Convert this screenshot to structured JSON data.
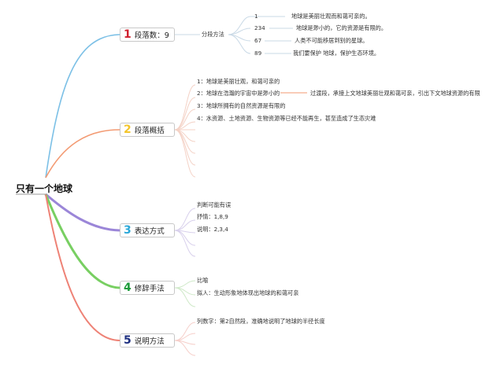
{
  "root": {
    "title": "只有一个地球"
  },
  "branches": [
    {
      "number": "1",
      "label": "段落数：9",
      "number_color": "#d0212f",
      "line_color": "#7cc0e6",
      "children": [
        {
          "text": "分段方法",
          "sub": [
            {
              "key": "1",
              "text": "地球是美丽壮观而和蔼可亲的。"
            },
            {
              "key": "234",
              "text": "地球是渺小的，它的资源是有限的。"
            },
            {
              "key": "67",
              "text": "人类不可能移居到别的星球。"
            },
            {
              "key": "89",
              "text": "我们要保护 地球，保护生态环境。"
            }
          ]
        }
      ]
    },
    {
      "number": "2",
      "label": "段落概括",
      "number_color": "#f3c52b",
      "line_color": "#f39a72",
      "children": [
        {
          "text": "1：地球是美丽壮观，和蔼可亲的"
        },
        {
          "text": "2：地球在浩瀚的宇宙中是渺小的",
          "note": "过渡段，承接上文地球美丽壮观和蔼可亲，引出下文地球资源的有限"
        },
        {
          "text": "3：地球所拥有的自然资源是有限的"
        },
        {
          "text": "4：水资源、土地资源、生物资源等已经不能再生，甚至造成了生态灾难"
        }
      ]
    },
    {
      "number": "3",
      "label": "表达方式",
      "number_color": "#2ba8d8",
      "line_color": "#9b86d8",
      "children": [
        {
          "text": "判断可能有误"
        },
        {
          "text": "抒情：1,8,9"
        },
        {
          "text": "说明：2,3,4"
        }
      ]
    },
    {
      "number": "4",
      "label": "修辞手法",
      "number_color": "#1b9a3a",
      "line_color": "#78cf62",
      "children": [
        {
          "text": "比喻"
        },
        {
          "text": "拟人：生动形象地体现出地球的和蔼可亲"
        }
      ]
    },
    {
      "number": "5",
      "label": "说明方法",
      "number_color": "#1d2f80",
      "line_color": "#ee8276",
      "children": [
        {
          "text": "列数字：第2自然段，准确地说明了地球的半径长度"
        }
      ]
    }
  ]
}
